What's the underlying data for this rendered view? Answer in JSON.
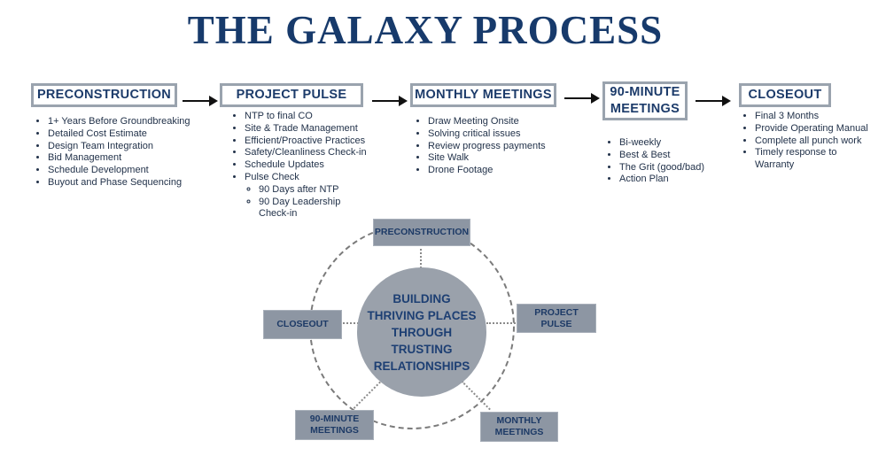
{
  "title": "THE GALAXY PROCESS",
  "stages": [
    {
      "label": "PRECONSTRUCTION",
      "items": [
        "1+ Years Before Groundbreaking",
        "Detailed Cost Estimate",
        "Design Team Integration",
        "Bid Management",
        "Schedule Development",
        "Buyout and Phase Sequencing"
      ]
    },
    {
      "label": "PROJECT PULSE",
      "items": [
        "NTP to final CO",
        "Site & Trade Management",
        "Efficient/Proactive Practices",
        "Safety/Cleanliness Check-in",
        "Schedule Updates",
        "Pulse Check"
      ],
      "subitems": [
        "90 Days after NTP",
        "90 Day Leadership Check-in"
      ]
    },
    {
      "label": "MONTHLY MEETINGS",
      "items": [
        "Draw Meeting Onsite",
        "Solving critical issues",
        "Review progress payments",
        "Site Walk",
        "Drone Footage"
      ]
    },
    {
      "label_line1": "90-MINUTE",
      "label_line2": "MEETINGS",
      "items": [
        "Bi-weekly",
        "Best & Best",
        "The Grit (good/bad)",
        "Action Plan"
      ]
    },
    {
      "label": "CLOSEOUT",
      "items": [
        "Final 3 Months",
        "Provide Operating Manual",
        "Complete all punch work",
        "Timely response to Warranty"
      ]
    }
  ],
  "cycle": {
    "hub_lines": [
      "BUILDING",
      "THRIVING PLACES",
      "THROUGH",
      "TRUSTING",
      "RELATIONSHIPS"
    ],
    "nodes": {
      "preconstruction": "PRECONSTRUCTION",
      "project_pulse_1": "PROJECT",
      "project_pulse_2": "PULSE",
      "monthly_1": "MONTHLY",
      "monthly_2": "MEETINGS",
      "ninety_1": "90-MINUTE",
      "ninety_2": "MEETINGS",
      "closeout": "CLOSEOUT"
    }
  },
  "colors": {
    "title": "#173a6b",
    "box_border": "#9aa3ae",
    "node_fill": "#8d96a3",
    "hub_fill": "#9aa1ab"
  }
}
